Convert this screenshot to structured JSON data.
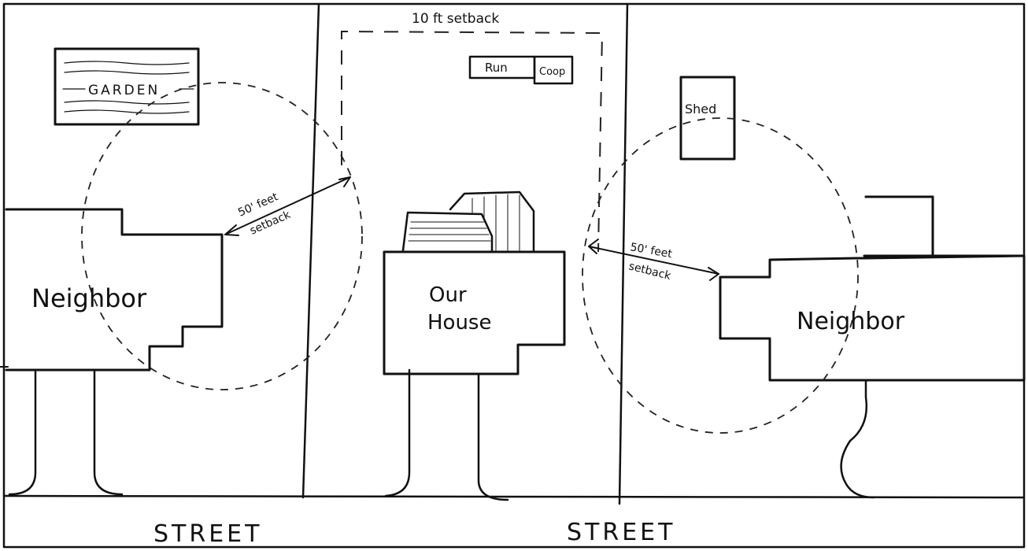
{
  "labels": {
    "setback_top": "10 ft setback",
    "run": "Run",
    "coop": "Coop",
    "garden": "GARDEN",
    "shed": "Shed",
    "neighbor_left": "Neighbor",
    "neighbor_right": "Neighbor",
    "our_house_line1": "Our",
    "our_house_line2": "House",
    "setback_left_line1": "50' feet",
    "setback_left_line2": "setback",
    "setback_right_line1": "50' feet",
    "setback_right_line2": "setback",
    "street_left": "STREET",
    "street_right": "STREET"
  }
}
